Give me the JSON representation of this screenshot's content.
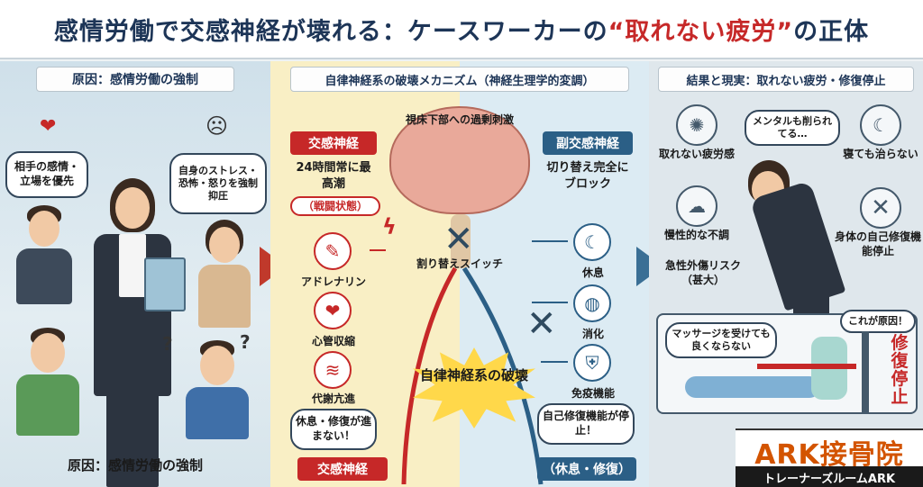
{
  "title": {
    "main_before": "感情労働で交感神経が壊れる：ケースワーカーの",
    "main_highlight": "“取れない疲労”",
    "main_after": "の正体"
  },
  "left": {
    "header": "原因：感情労働の強制",
    "bubble_client": "相手の感情・立場を優先",
    "bubble_self": "自身のストレス・恐怖・怒りを強制抑圧",
    "footer": "原因：感情労働の強制"
  },
  "mid": {
    "header": "自律神経系の破壊メカニズム（神経生理学的変調）",
    "brain_label": "視床下部への過剰刺激",
    "sym_tag": "交感神経",
    "sym_desc": "24時間常に最高潮",
    "battle_tag": "（戦闘状態）",
    "sym_items": [
      "アドレナリン",
      "心管収縮",
      "代謝亢進"
    ],
    "sym_bubble": "休息・修復が進まない！",
    "sym_footer": "交感神経",
    "switch_label": "割り替えスイッチ",
    "burst": "自律神経系の破壊",
    "para_tag": "副交感神経",
    "para_desc": "切り替え完全にブロック",
    "para_items": [
      "休息",
      "消化",
      "免疫機能"
    ],
    "para_bubble": "自己修復機能が停止！",
    "para_footer": "（休息・修復）"
  },
  "right": {
    "header": "結果と現実：取れない疲労・修復停止",
    "bubble_mental": "メンタルも削られてる…",
    "items": [
      "取れない疲労感",
      "慢性的な不調",
      "急性外傷リスク（甚大）",
      "寝ても治らない",
      "身体の自己修復機能停止"
    ],
    "massage_bubble": "マッサージを受けても良くならない",
    "cause_bubble": "これが原因！",
    "wall_text": "修復停止"
  },
  "brand": {
    "name": "ARK接骨院",
    "sub": "トレーナーズルームARK"
  },
  "colors": {
    "sympathetic": "#c62828",
    "parasympathetic": "#2b5f86",
    "header": "#2f4a5f",
    "brand": "#d35400"
  }
}
